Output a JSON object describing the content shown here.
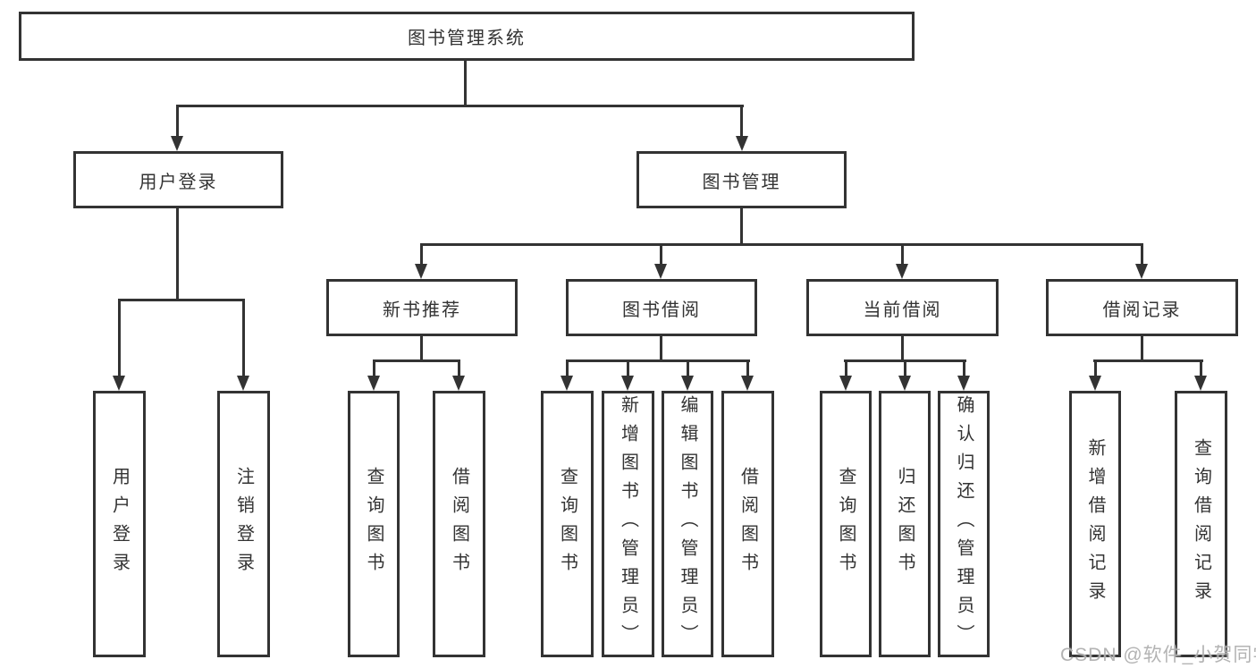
{
  "diagram": {
    "root": "图书管理系统",
    "level1": [
      "用户登录",
      "图书管理"
    ],
    "level2": [
      "新书推荐",
      "图书借阅",
      "当前借阅",
      "借阅记录"
    ],
    "leaves": {
      "user_login": [
        "用户登录",
        "注销登录"
      ],
      "new_book_recommend": [
        "查询图书",
        "借阅图书"
      ],
      "book_borrow": [
        "查询图书",
        "新增图书（管理员）",
        "编辑图书（管理员）",
        "借阅图书"
      ],
      "current_borrow": [
        "查询图书",
        "归还图书",
        "确认归还（管理员）"
      ],
      "borrow_record": [
        "新增借阅记录",
        "查询借阅记录"
      ]
    }
  },
  "watermark": "CSDN @软件_小贺同学",
  "colors": {
    "line": "#333333",
    "text": "#333333",
    "watermark": "#acacac",
    "background": "#ffffff"
  }
}
